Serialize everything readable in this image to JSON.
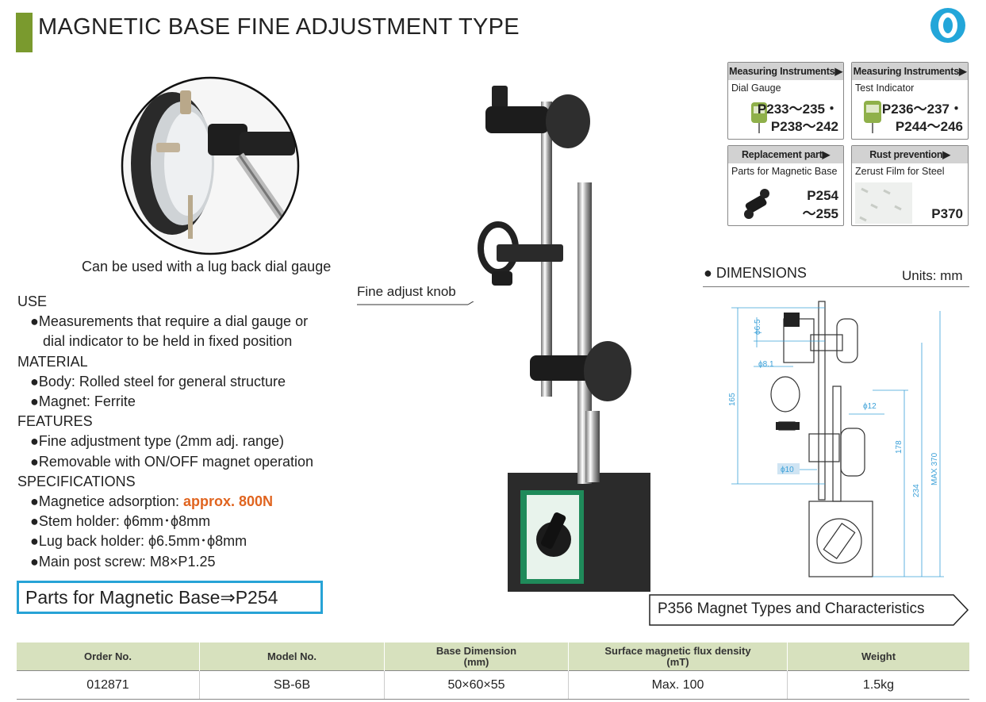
{
  "header": {
    "title": "MAGNETIC BASE FINE ADJUSTMENT TYPE",
    "badge": "0"
  },
  "caption": "Can be used with a lug back dial gauge",
  "fine_adjust_label": "Fine adjust knob",
  "spec": {
    "use_heading": "USE",
    "use_1a": "●Measurements that require a dial gauge or",
    "use_1b": "dial indicator to be held in fixed position",
    "material_heading": "MATERIAL",
    "material_1": "●Body: Rolled steel for general structure",
    "material_2": "●Magnet: Ferrite",
    "features_heading": "FEATURES",
    "features_1": "●Fine adjustment type (2mm adj. range)",
    "features_2": "●Removable with ON/OFF magnet operation",
    "specs_heading": "SPECIFICATIONS",
    "specs_1_label": "●Magnetice adsorption: ",
    "specs_1_value": "approx. 800N",
    "specs_2": "●Stem holder: ϕ6mm･ϕ8mm",
    "specs_3": "●Lug back holder: ϕ6.5mm･ϕ8mm",
    "specs_4": "●Main post screw: M8×P1.25"
  },
  "parts_link": "Parts for Magnetic Base⇒P254",
  "cards": [
    {
      "header": "Measuring Instruments▶",
      "sub": "Dial Gauge",
      "page1": "P233〜235・",
      "page2": "P238〜242"
    },
    {
      "header": "Measuring Instruments▶",
      "sub": "Test Indicator",
      "page1": "P236〜237・",
      "page2": "P244〜246"
    },
    {
      "header": "Replacement part▶",
      "sub": "Parts for Magnetic Base",
      "page1": "P254",
      "page2": "〜255"
    },
    {
      "header": "Rust prevention▶",
      "sub": "Zerust Film for Steel",
      "page1": "P370",
      "page2": ""
    }
  ],
  "dimensions": {
    "title": "● DIMENSIONS",
    "units": "Units: mm",
    "labels": {
      "d65": "ϕ6.5",
      "d81": "ϕ8.1",
      "d12": "ϕ12",
      "d10": "ϕ10",
      "h165": "165",
      "h178": "178",
      "h234": "234",
      "hmax": "MAX 370"
    }
  },
  "magnet_link": "P356 Magnet Types and Characteristics",
  "table": {
    "headers": [
      "Order No.",
      "Model No.",
      "Base Dimension",
      "Surface magnetic flux density",
      "Weight"
    ],
    "header_units": [
      "",
      "",
      "(mm)",
      "(mT)",
      ""
    ],
    "rows": [
      [
        "012871",
        "SB-6B",
        "50×60×55",
        "Max. 100",
        "1.5kg"
      ]
    ]
  },
  "colors": {
    "accent_green": "#7a9a2e",
    "link_blue": "#27a3d6",
    "orange": "#e0641f",
    "table_header": "#d7e1be"
  }
}
